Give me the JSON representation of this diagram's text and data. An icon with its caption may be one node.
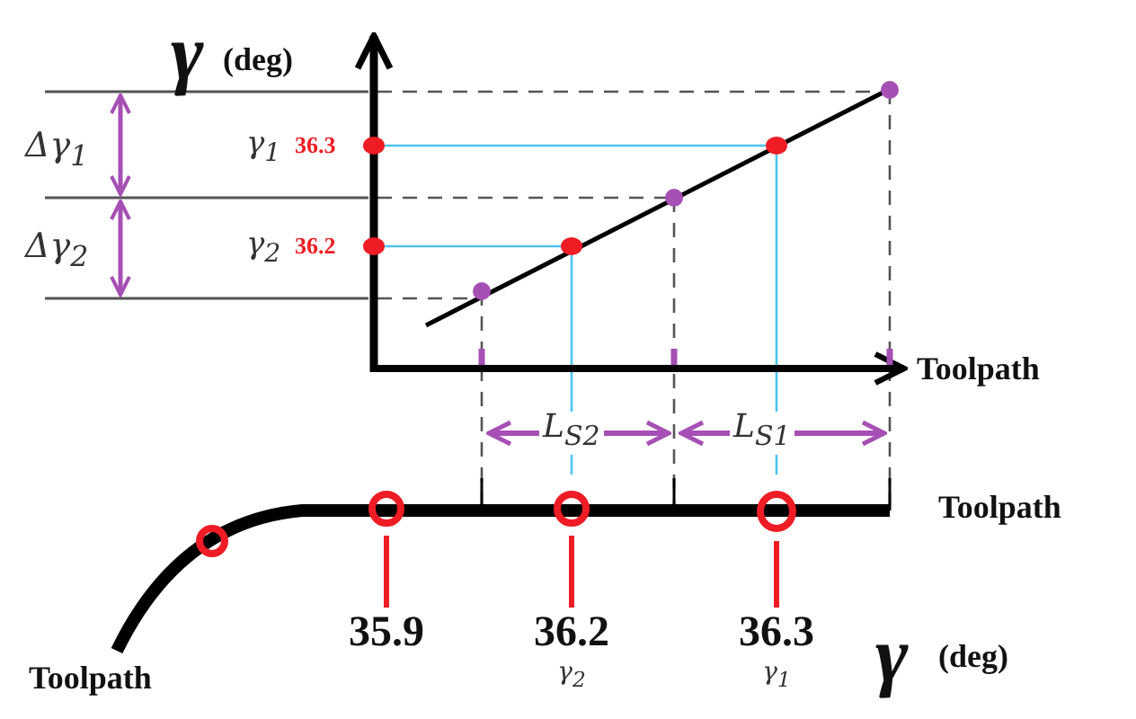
{
  "diagram": {
    "nodes": [
      {
        "text": [],
        "shape": "circle"
      },
      {
        "text": [],
        "shape": "circle"
      },
      {
        "text": [],
        "shape": "circle"
      },
      {
        "text": [],
        "shape": "circle"
      },
      {
        "text": [
          "35.9"
        ]
      },
      {
        "text": [
          "36.2",
          "γ$_{2}$"
        ]
      },
      {
        "text": [
          "36.3",
          "γ$_{1}$"
        ]
      }
    ],
    "edges": [
      {
        "from": 4,
        "to": 1,
        "arrow": "none"
      },
      {
        "from": 5,
        "to": 2,
        "arrow": "none"
      },
      {
        "from": 6,
        "to": 3,
        "arrow": "none"
      }
    ],
    "labels": [
      "γ",
      "(deg)",
      "Δγ$_{1}$",
      "γ$_{1}$",
      "36.3",
      "Δγ$_{2}$",
      "γ$_{2}$",
      "36.2",
      "Toolpath",
      "L$_{S2}$",
      "L$_{S1}$",
      "Toolpath",
      "Toolpath",
      "γ",
      "(deg)"
    ]
  }
}
